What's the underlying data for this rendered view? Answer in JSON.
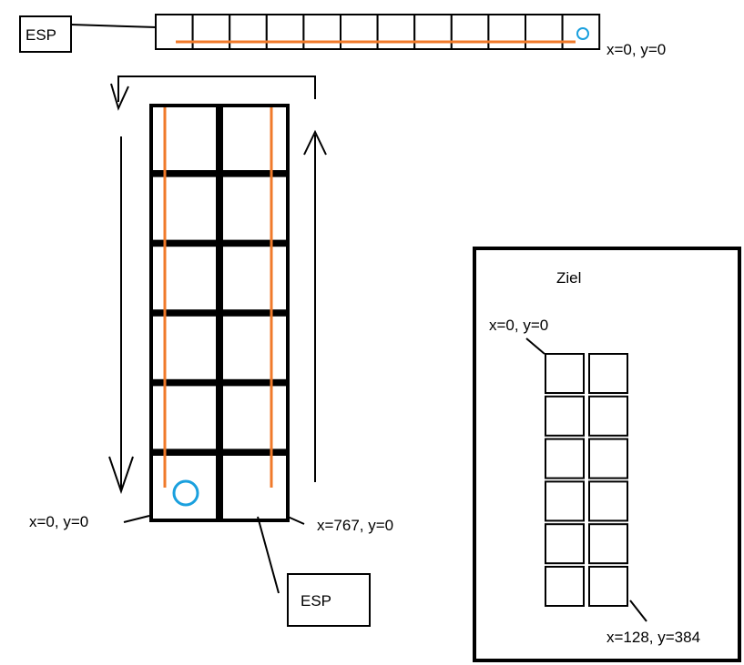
{
  "colors": {
    "line": "#000000",
    "strip": "#f07a2a",
    "marker": "#1aa0de",
    "background": "#ffffff"
  },
  "top_strip": {
    "box_label": "ESP",
    "end_label": "x=0, y=0",
    "cells": 12,
    "marker_icon": "circle-marker-icon"
  },
  "left_grid": {
    "columns": 2,
    "rows": 6,
    "bottom_left_label": "x=0, y=0",
    "bottom_right_label": "x=767, y=0",
    "esp_label": "ESP",
    "arrow_icons": [
      "loop-arrow-icon",
      "down-arrow-icon",
      "up-arrow-icon"
    ],
    "marker_icon": "circle-marker-icon"
  },
  "target_panel": {
    "title": "Ziel",
    "top_left_label": "x=0, y=0",
    "bottom_right_label": "x=128, y=384",
    "columns": 2,
    "rows": 6
  }
}
